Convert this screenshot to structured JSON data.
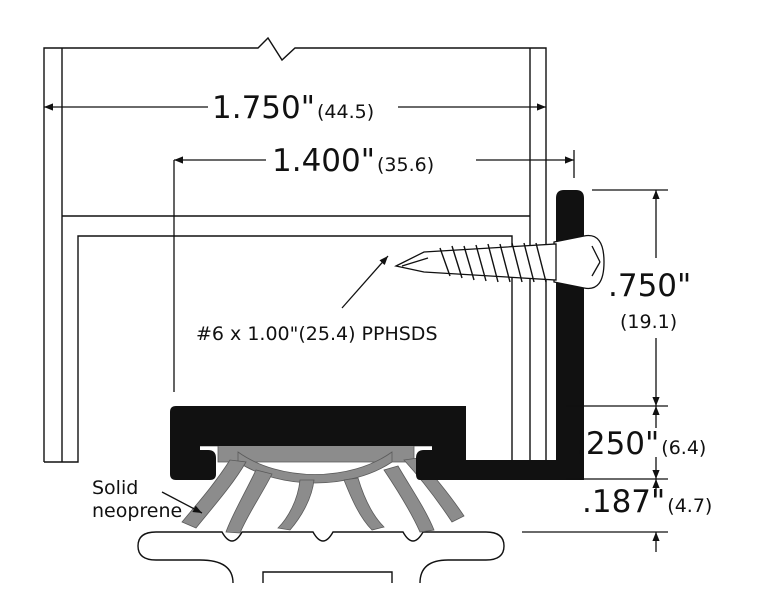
{
  "dimensions": {
    "width_overall": {
      "main": "1.750\"",
      "metric": "(44.5)"
    },
    "width_flange": {
      "main": "1.400\"",
      "metric": "(35.6)"
    },
    "height_flange": {
      "main": ".750\"",
      "metric": "(19.1)"
    },
    "height_base": {
      "main": ".250\"",
      "metric": "(6.4)"
    },
    "height_seal": {
      "main": ".187\"",
      "metric": "(4.7)"
    }
  },
  "callouts": {
    "screw": "#6 x 1.00\"(25.4) PPHSDS",
    "seal_line1": "Solid",
    "seal_line2": "neoprene"
  },
  "colors": {
    "line": "#111111",
    "extrusion_fill": "#111111",
    "seal_fill": "#8c8c8c",
    "screw_fill": "#ffffff"
  }
}
